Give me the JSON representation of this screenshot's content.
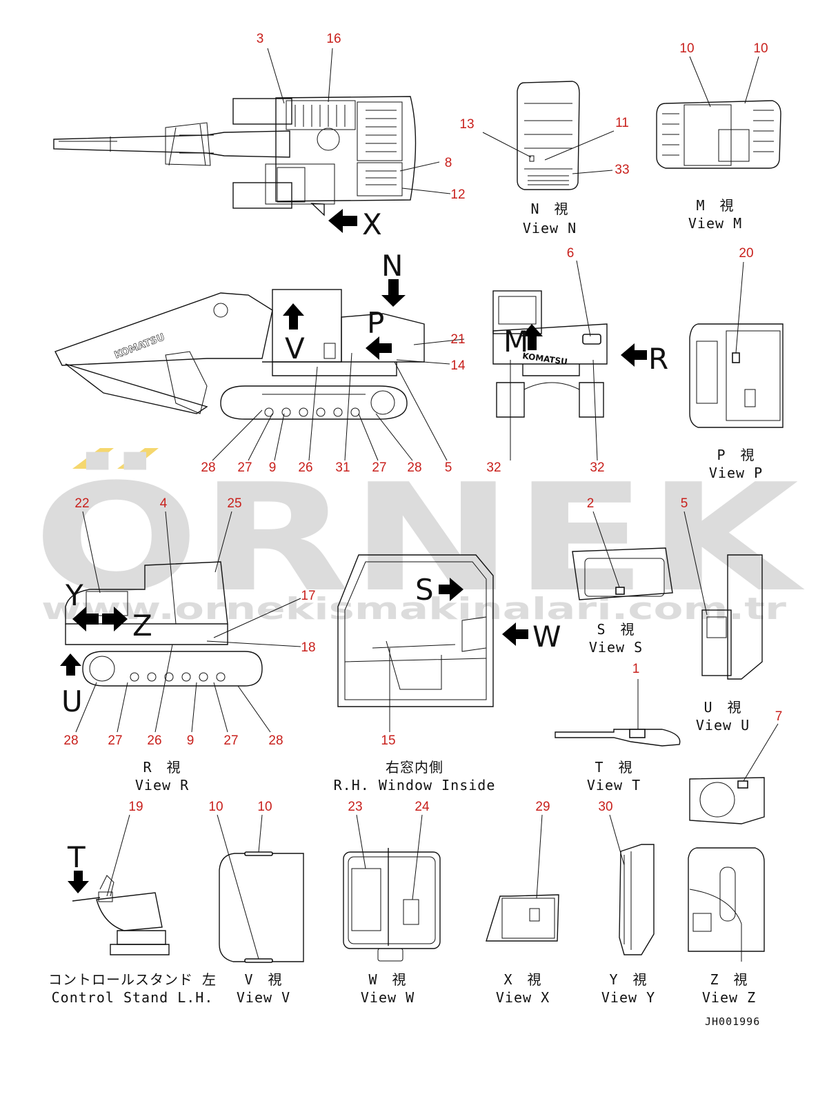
{
  "diagram": {
    "part_numbers": {
      "n3": "3",
      "n16": "16",
      "n8": "8",
      "n12": "12",
      "n13": "13",
      "n11": "11",
      "n33": "33",
      "n10_m1": "10",
      "n10_m2": "10",
      "n6": "6",
      "n20": "20",
      "n21": "21",
      "n14": "14",
      "side_r": [
        "28",
        "27",
        "9",
        "26",
        "31",
        "27",
        "28",
        "5"
      ],
      "n32_l": "32",
      "n32_r": "32",
      "n22": "22",
      "n4": "4",
      "n25": "25",
      "n17": "17",
      "n18": "18",
      "n2": "2",
      "n5b": "5",
      "n1": "1",
      "n7": "7",
      "view_r": [
        "28",
        "27",
        "26",
        "9",
        "27",
        "28"
      ],
      "n15": "15",
      "n19": "19",
      "n10_v1": "10",
      "n10_v2": "10",
      "n23": "23",
      "n24": "24",
      "n29": "29",
      "n30": "30"
    },
    "view_letters": {
      "x": "X",
      "n": "N",
      "p": "P",
      "v": "V",
      "m": "M",
      "r": "R",
      "y": "Y",
      "z": "Z",
      "u": "U",
      "s": "S",
      "w": "W",
      "t": "T"
    },
    "captions": {
      "view_n_jp": "N　視",
      "view_n": "View N",
      "view_m_jp": "M　視",
      "view_m": "View M",
      "view_p_jp": "P　視",
      "view_p": "View P",
      "view_s_jp": "S　視",
      "view_s": "View S",
      "view_u_jp": "U　視",
      "view_u": "View U",
      "view_r_jp": "R　視",
      "view_r": "View R",
      "window_jp": "右窓内側",
      "window": "R.H. Window Inside",
      "view_t_jp": "T　視",
      "view_t": "View T",
      "stand_jp": "コントロールスタンド 左",
      "stand": "Control Stand L.H.",
      "view_v_jp": "V　視",
      "view_v": "View V",
      "view_w_jp": "W　視",
      "view_w": "View W",
      "view_x_jp": "X　視",
      "view_x": "View X",
      "view_y_jp": "Y　視",
      "view_y": "View Y",
      "view_z_jp": "Z　視",
      "view_z": "View Z"
    },
    "brand": "KOMATSU",
    "drawing_code": "JH001996",
    "watermark": {
      "word": "ÖRNEK",
      "url": "www.ornekismakinalari.com.tr",
      "accent_color": "#f5d76e",
      "text_color": "#d9d9d9"
    },
    "colors": {
      "part_number": "#c8201c",
      "line": "#111111"
    }
  }
}
